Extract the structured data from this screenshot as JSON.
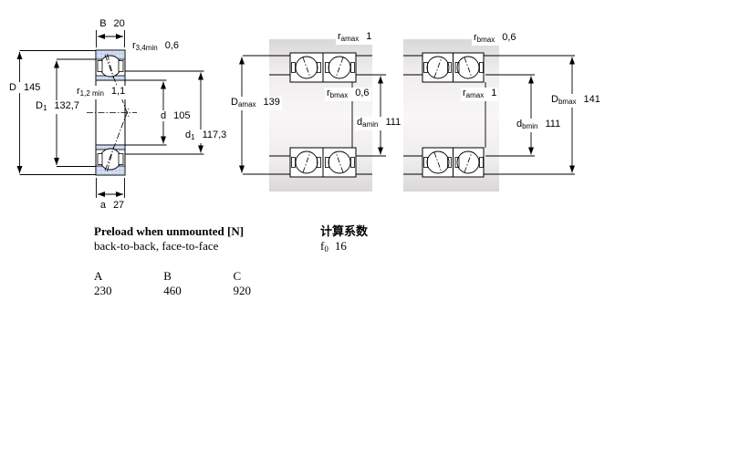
{
  "figures": {
    "left_cross_section": {
      "labels": {
        "B": {
          "sym": "B",
          "sub": "",
          "val": "20"
        },
        "r34": {
          "sym": "r",
          "sub": "3,4min",
          "val": "0,6"
        },
        "D": {
          "sym": "D",
          "sub": "",
          "val": "145"
        },
        "D1": {
          "sym": "D",
          "sub": "1",
          "val": "132,7"
        },
        "r12": {
          "sym": "r",
          "sub": "1,2 min",
          "val": "1,1"
        },
        "d": {
          "sym": "d",
          "sub": "",
          "val": "105"
        },
        "d1": {
          "sym": "d",
          "sub": "1",
          "val": "117,3"
        },
        "a": {
          "sym": "a",
          "sub": "",
          "val": "27"
        }
      }
    },
    "middle_arrangement": {
      "labels": {
        "r_amax_top": {
          "sym": "r",
          "sub": "amax",
          "val": "1"
        },
        "r_bmax": {
          "sym": "r",
          "sub": "bmax",
          "val": "0,6"
        },
        "D_amax": {
          "sym": "D",
          "sub": "amax",
          "val": "139"
        },
        "d_amin": {
          "sym": "d",
          "sub": "amin",
          "val": "111"
        }
      }
    },
    "right_arrangement": {
      "labels": {
        "r_bmax_top": {
          "sym": "r",
          "sub": "bmax",
          "val": "0,6"
        },
        "r_amax": {
          "sym": "r",
          "sub": "amax",
          "val": "1"
        },
        "D_bmax": {
          "sym": "D",
          "sub": "bmax",
          "val": "141"
        },
        "d_bmin": {
          "sym": "d",
          "sub": "bmin",
          "val": "111"
        }
      }
    }
  },
  "preload": {
    "title": "Preload when unmounted [N]",
    "subtitle": "back-to-back, face-to-face",
    "columns": [
      "A",
      "B",
      "C"
    ],
    "values": [
      "230",
      "460",
      "920"
    ]
  },
  "calc": {
    "title": "计算系数",
    "f0": {
      "sym": "f",
      "sub": "0",
      "val": "16"
    }
  },
  "colors": {
    "ring_fill": "#cbd8ee",
    "shade_dark": "#d9d7d7",
    "shade_light": "#f8f6f6",
    "line": "#000000"
  }
}
